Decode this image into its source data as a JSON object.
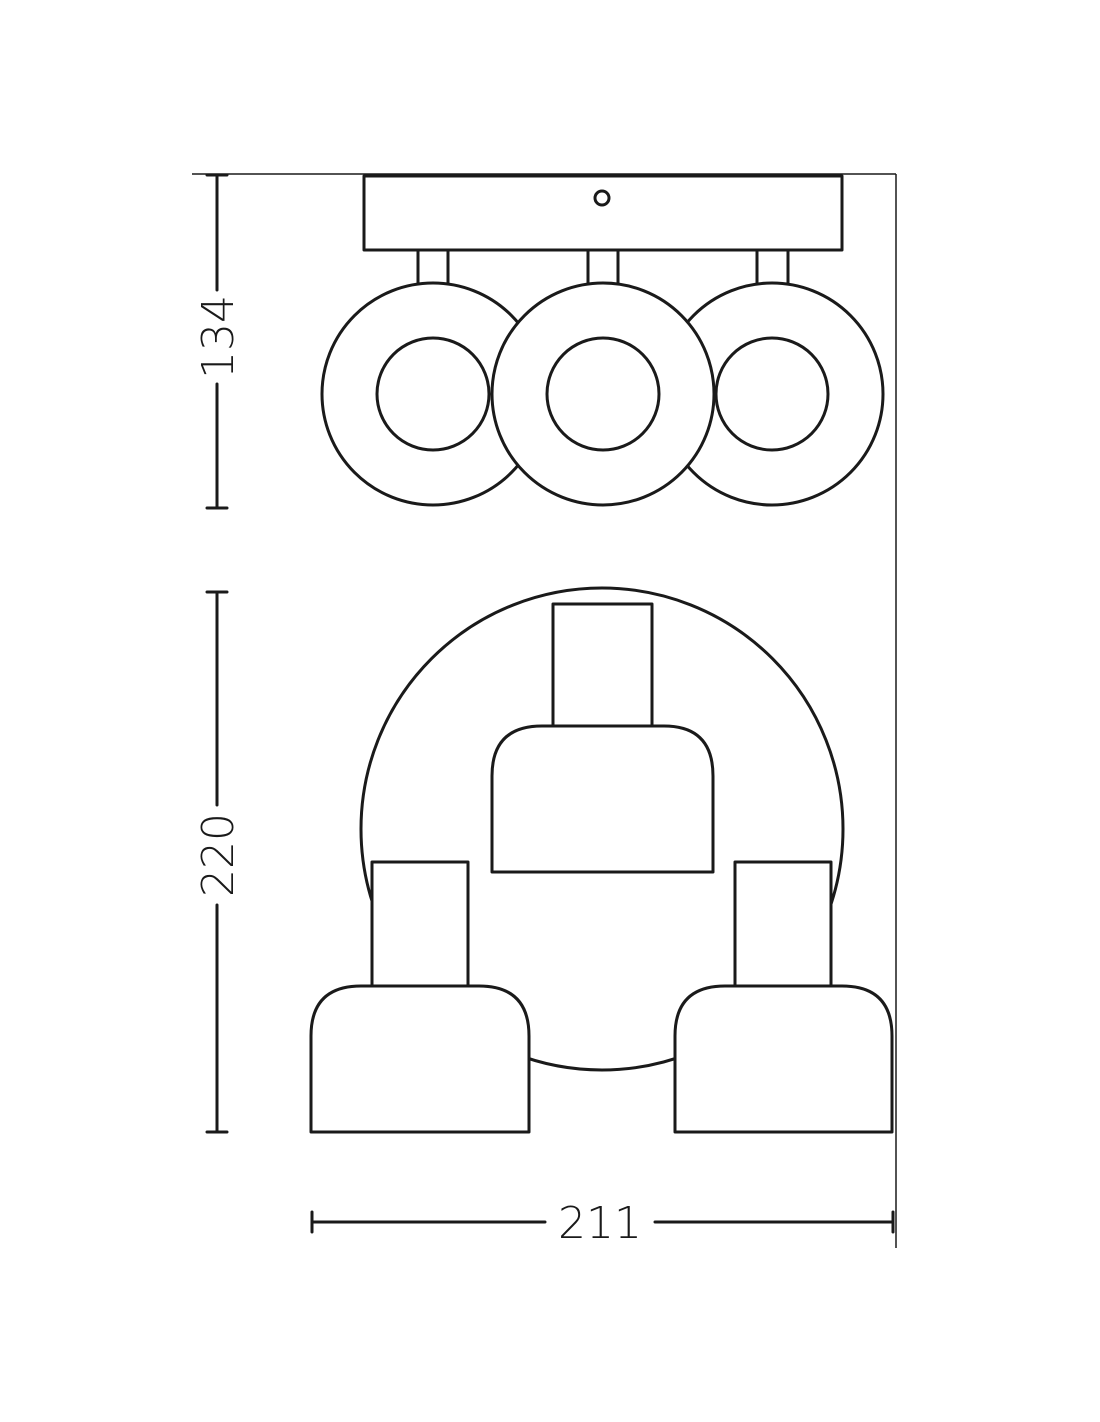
{
  "dimensions": {
    "height_front": "134",
    "height_top": "220",
    "width": "211"
  },
  "colors": {
    "line": "#1a1a1a",
    "background": "#ffffff"
  }
}
